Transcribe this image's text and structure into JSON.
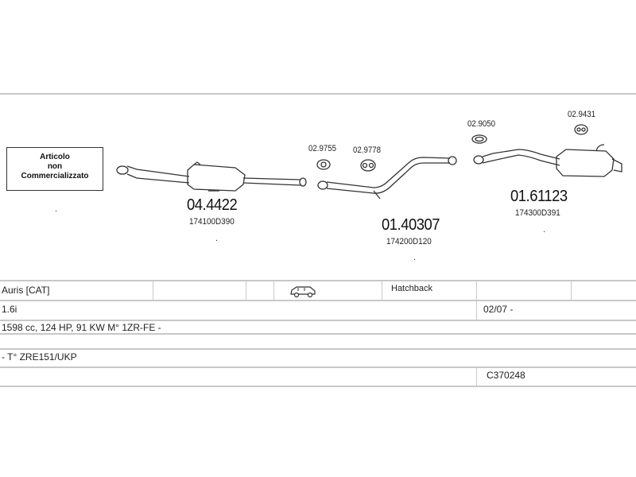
{
  "notice": {
    "line1": "Articolo",
    "line2": "non",
    "line3": "Commercializzato"
  },
  "parts": [
    {
      "code": "04.4422",
      "ref": "174100D390"
    },
    {
      "code": "01.40307",
      "ref": "174200D120"
    },
    {
      "code": "01.61123",
      "ref": "174300D391"
    }
  ],
  "fittings": [
    "02.9755",
    "02.9778",
    "02.9050",
    "02.9431"
  ],
  "table": {
    "model": "Auris  [CAT]",
    "body": "Hatchback",
    "engine": "1.6i",
    "date": "02/07 -",
    "spec": "1598 cc, 124 HP, 91 KW M° 1ZR-FE -",
    "type": "- T° ZRE151/UKP",
    "catalog": "C370248",
    "car_icon": "car-icon"
  },
  "colors": {
    "line": "#c8c8c8",
    "drawing": "#333333"
  }
}
